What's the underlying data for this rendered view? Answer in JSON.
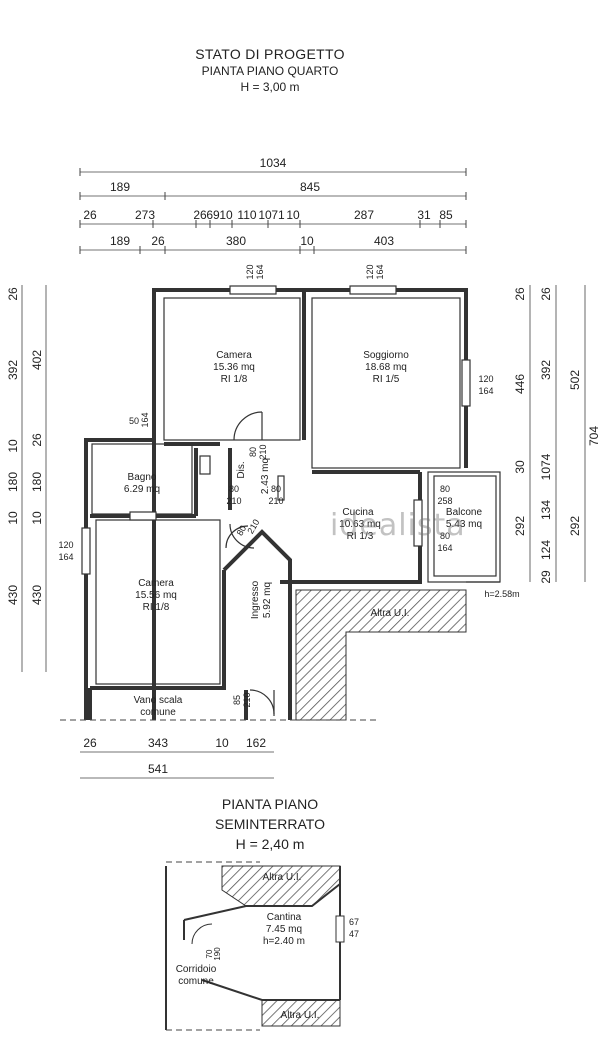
{
  "titles": {
    "top_1": "STATO DI PROGETTO",
    "top_2": "PIANTA PIANO QUARTO",
    "top_3": "H = 3,00 m",
    "bottom_1": "PIANTA PIANO",
    "bottom_2": "SEMINTERRATO",
    "bottom_3": "H = 2,40 m"
  },
  "watermark": "idealista",
  "dims_top": {
    "total": "1034",
    "row2": [
      "189",
      "845"
    ],
    "row3": [
      "26",
      "273",
      "26",
      "69",
      "10",
      "110",
      "10",
      "71",
      "10",
      "287",
      "31",
      "85"
    ],
    "row4": [
      "189",
      "26",
      "380",
      "10",
      "403"
    ]
  },
  "dims_bottom": {
    "row1": [
      "26",
      "343",
      "10",
      "162"
    ],
    "total": "541"
  },
  "dims_left": {
    "outer": [
      "26",
      "392",
      "10",
      "180",
      "10",
      "430"
    ],
    "inner": [
      "402",
      "26",
      "180",
      "10",
      "430"
    ]
  },
  "dims_right": {
    "col1": [
      "26",
      "446",
      "30",
      "292"
    ],
    "col2": [
      "26",
      "392",
      "1074",
      "134",
      "124",
      "29"
    ],
    "col3": [
      "502",
      "292"
    ],
    "cut": "704"
  },
  "rooms": [
    {
      "name": "Camera",
      "area": "15.36 mq",
      "ri": "RI 1/8"
    },
    {
      "name": "Soggiorno",
      "area": "18.68 mq",
      "ri": "RI 1/5"
    },
    {
      "name": "Bagno",
      "area": "6.29 mq"
    },
    {
      "name": "Dis.",
      "area": "2.43 mq"
    },
    {
      "name": "Cucina",
      "area": "10.63 mq",
      "ri": "RI 1/3"
    },
    {
      "name": "Balcone",
      "area": "5.43 mq"
    },
    {
      "name": "Camera",
      "area": "15.56 mq",
      "ri": "RI 1/8"
    },
    {
      "name": "Ingresso",
      "area": "5.92 mq"
    },
    {
      "name": "Vano scala",
      "name2": "comune"
    },
    {
      "name": "Altra U.I."
    },
    {
      "name": "Cantina",
      "area": "7.45 mq",
      "ri": "h=2.40 m"
    },
    {
      "name": "Corridoio",
      "name2": "comune"
    },
    {
      "name": "Altra U.I."
    },
    {
      "name": "Altra U.I."
    }
  ],
  "openings": [
    {
      "w": "120",
      "h": "164"
    },
    {
      "w": "120",
      "h": "164"
    },
    {
      "w": "120",
      "h": "164"
    },
    {
      "w": "120",
      "h": "164"
    },
    {
      "w": "50",
      "h": "164"
    },
    {
      "w": "80",
      "h": "210"
    },
    {
      "w": "80",
      "h": "210"
    },
    {
      "w": "80",
      "h": "210"
    },
    {
      "w": "80",
      "h": "258"
    },
    {
      "w": "80",
      "h": "164"
    },
    {
      "w": "80",
      "h": "210"
    },
    {
      "w": "85",
      "h": "210"
    },
    {
      "w": "67",
      "h": "47"
    },
    {
      "w": "70",
      "h": "190"
    }
  ],
  "balcony_height": "h=2.58m",
  "colors": {
    "ink": "#222222",
    "wall": "#333333",
    "hatch": "#555555"
  }
}
